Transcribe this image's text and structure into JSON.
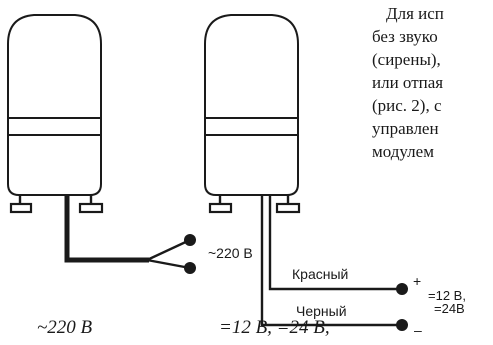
{
  "paragraph": {
    "lines": [
      "Для исп",
      "без звуко",
      "(сирены),",
      "или отпая",
      "(рис. 2), с",
      "управлен",
      "модулем"
    ]
  },
  "labels": {
    "ac_voltage": "~220 В",
    "wire_red": "Красный",
    "wire_black": "Черный",
    "plus": "+",
    "minus": "–",
    "dc_voltage_1": "=12 В,",
    "dc_voltage_2": "=24В"
  },
  "captions": {
    "left": "~220 В",
    "right": "=12 В, =24 В,"
  }
}
